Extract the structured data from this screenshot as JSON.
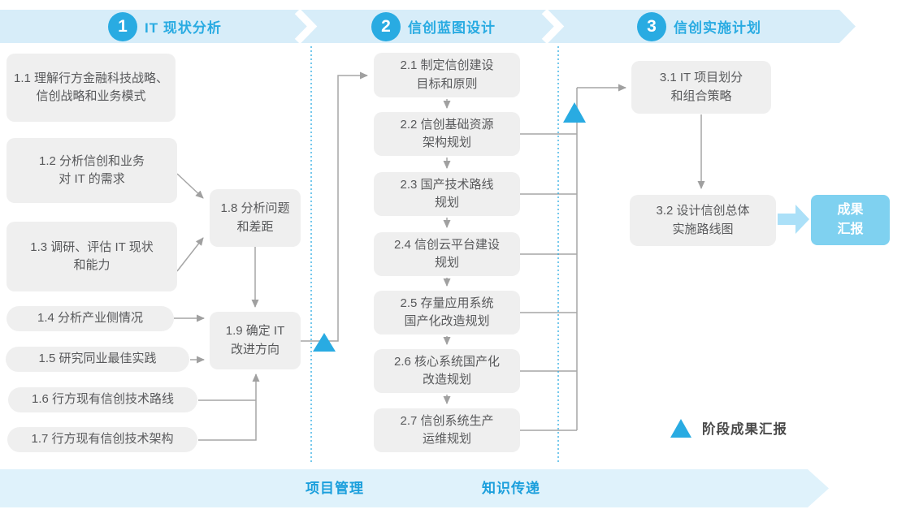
{
  "phases": [
    {
      "number": "1",
      "title": "IT 现状分析"
    },
    {
      "number": "2",
      "title": "信创蓝图设计"
    },
    {
      "number": "3",
      "title": "信创实施计划"
    }
  ],
  "steps": {
    "s11": "1.1 理解行方金融科技战略、\n信创战略和业务模式",
    "s12": "1.2 分析信创和业务\n对 IT 的需求",
    "s13": "1.3 调研、评估 IT 现状\n和能力",
    "s14": "1.4 分析产业侧情况",
    "s15": "1.5 研究同业最佳实践",
    "s16": "1.6 行方现有信创技术路线",
    "s17": "1.7 行方现有信创技术架构",
    "s18": "1.8 分析问题\n和差距",
    "s19": "1.9 确定 IT\n改进方向",
    "s21": "2.1 制定信创建设\n目标和原则",
    "s22": "2.2 信创基础资源\n架构规划",
    "s23": "2.3 国产技术路线\n规划",
    "s24": "2.4 信创云平台建设\n规划",
    "s25": "2.5 存量应用系统\n国产化改造规划",
    "s26": "2.6 核心系统国产化\n改造规划",
    "s27": "2.7 信创系统生产\n运维规划",
    "s31": "3.1 IT 项目划分\n和组合策略",
    "s32": "3.2 设计信创总体\n实施路线图"
  },
  "deliverable": "成果\n汇报",
  "legend": "阶段成果汇报",
  "footer": {
    "left": "项目管理",
    "right": "知识传递"
  },
  "colors": {
    "accent": "#29ABE2",
    "top_band": "#D7EDF9",
    "bottom_band": "#DFF2FB",
    "box_bg": "#EFEFEF",
    "box_text": "#58595B",
    "connector": "#A6A6A6",
    "deliverable_bg": "#7FD1F0",
    "deliverable_arrow": "#ABE0F8"
  }
}
